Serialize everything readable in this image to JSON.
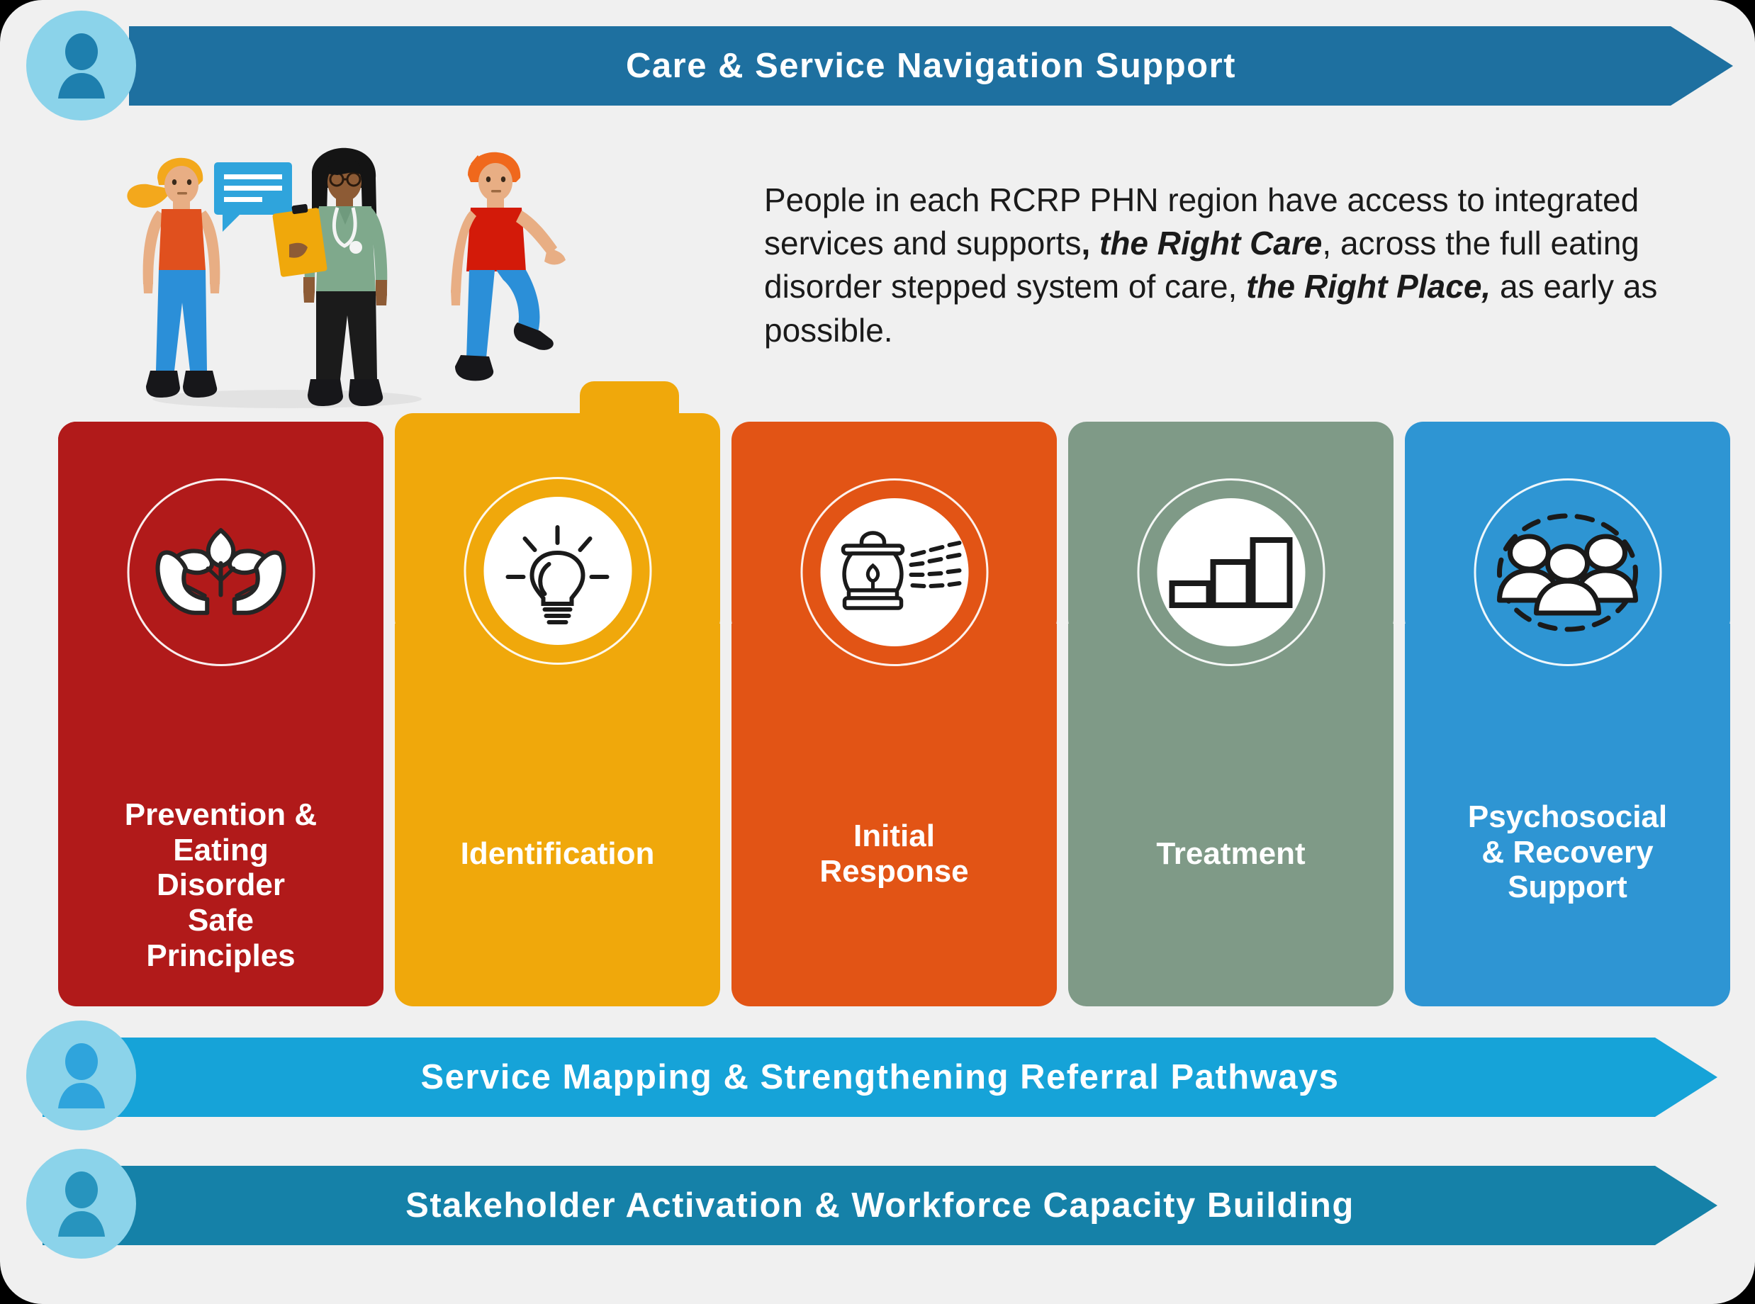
{
  "background_color": "#F0F0F0",
  "banners": [
    {
      "id": "top",
      "label": "Care & Service Navigation Support",
      "color": "#1E70A0",
      "badge_icon": "person-icon",
      "badge_color": "#8BD3EA"
    },
    {
      "id": "mid",
      "label": "Service Mapping & Strengthening Referral Pathways",
      "color": "#16A3D8",
      "badge_icon": "person-icon",
      "badge_color": "#8BD3EA"
    },
    {
      "id": "bot",
      "label": "Stakeholder Activation & Workforce Capacity Building",
      "color": "#1581A8",
      "badge_icon": "person-icon",
      "badge_color": "#8BD3EA"
    }
  ],
  "intro": {
    "segments": [
      {
        "text": "People in each RCRP PHN region have access to integrated services and supports",
        "style": "normal"
      },
      {
        "text": ", ",
        "style": "bold"
      },
      {
        "text": "the Right Care",
        "style": "bold-italic"
      },
      {
        "text": ", across the full eating disorder stepped system of care, ",
        "style": "normal"
      },
      {
        "text": "the Right Place,",
        "style": "bold-italic"
      },
      {
        "text": " as early as possible.",
        "style": "normal"
      }
    ],
    "plain_text": "People in each RCRP PHN region have access to integrated services and supports, the Right Care, across the full eating disorder stepped system of care, the Right Place, as early as possible."
  },
  "cards": [
    {
      "id": "card-1",
      "title": "Prevention & Eating Disorder Safe Principles",
      "title_lines": [
        "Prevention &",
        "Eating",
        "Disorder",
        "Safe",
        "Principles"
      ],
      "color": "#B11A1A",
      "icon": "hands-plant-icon",
      "has_white_disc": true,
      "has_step_tab": false
    },
    {
      "id": "card-2",
      "title": "Identification",
      "title_lines": [
        "Identification"
      ],
      "color": "#F0A80B",
      "icon": "lightbulb-icon",
      "has_white_disc": true,
      "has_step_tab": true
    },
    {
      "id": "card-3",
      "title": "Initial Response",
      "title_lines": [
        "Initial",
        "Response"
      ],
      "color": "#E25415",
      "icon": "lantern-icon",
      "has_white_disc": true,
      "has_step_tab": false
    },
    {
      "id": "card-4",
      "title": "Treatment",
      "title_lines": [
        "Treatment"
      ],
      "color": "#7F9A87",
      "icon": "bar-chart-icon",
      "has_white_disc": true,
      "has_step_tab": false
    },
    {
      "id": "card-5",
      "title": "Psychosocial & Recovery Support",
      "title_lines": [
        "Psychosocial",
        "& Recovery",
        "Support"
      ],
      "color": "#2E95D3",
      "icon": "people-group-icon",
      "has_white_disc": false,
      "has_step_tab": false
    }
  ],
  "illustration": {
    "name": "people-stepping-up-illustration",
    "figures": [
      {
        "name": "young-person-with-speech-bubble",
        "shirt_color": "#E0501E",
        "pants_color": "#2B8FD8",
        "hair_color": "#F3A81C",
        "bubble_color": "#2FA4DC"
      },
      {
        "name": "clinician-with-clipboard",
        "shirt_color": "#7FA98C",
        "pants_color": "#1B1B1B",
        "hair_color": "#141414",
        "clipboard_color": "#F0A80B"
      },
      {
        "name": "person-stepping-up",
        "shirt_color": "#D31A09",
        "pants_color": "#2B8FD8",
        "hair_color": "#F0681C"
      }
    ]
  }
}
